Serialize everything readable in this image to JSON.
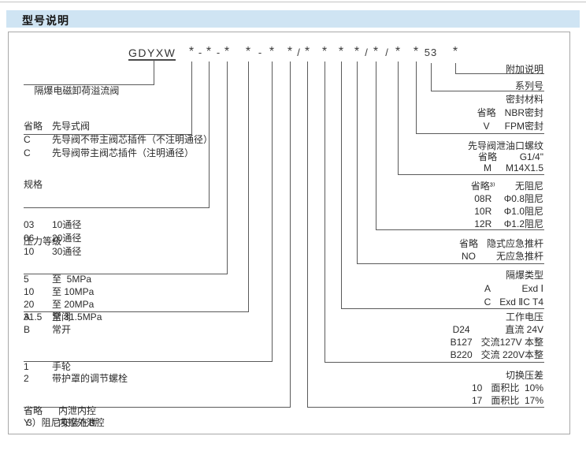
{
  "header": {
    "title": "型号说明",
    "accent_bar_color": "#cfe4f3"
  },
  "code": {
    "prefix": "GDYXW",
    "star": "*",
    "dash": "-",
    "slash": "/",
    "series": "53"
  },
  "left_sections": [
    {
      "label": "隔爆电磁卸荷溢流阀"
    },
    {
      "rows": [
        [
          "省略",
          "先导式阀"
        ],
        [
          "C",
          "先导阀不带主阀芯插件（不注明通径）"
        ],
        [
          "C",
          "先导阀带主阀芯插件（注明通径）"
        ]
      ]
    },
    {
      "title": "规格",
      "rows": [
        [
          "03",
          "10通径"
        ],
        [
          "06",
          "20通径"
        ],
        [
          "10",
          "30通径"
        ]
      ]
    },
    {
      "title": "压力等级",
      "rows": [
        [
          "5",
          "至  5MPa"
        ],
        [
          "10",
          "至 10MPa"
        ],
        [
          "20",
          "至 20MPa"
        ],
        [
          "31.5",
          "至 31.5MPa"
        ]
      ]
    },
    {
      "rows": [
        [
          "A",
          "常闭"
        ],
        [
          "B",
          "常开"
        ]
      ]
    },
    {
      "rows": [
        [
          "1",
          "手轮"
        ],
        [
          "2",
          "带护罩的调节螺栓"
        ]
      ]
    },
    {
      "rows": [
        [
          "省略",
          "内泄内控"
        ],
        [
          "Y",
          "内控外泄"
        ]
      ]
    }
  ],
  "right_sections": [
    {
      "label": "附加说明"
    },
    {
      "label": "系列号"
    },
    {
      "title": "密封材料",
      "rows": [
        [
          "省略",
          "NBR密封"
        ],
        [
          "V",
          "FPM密封"
        ]
      ]
    },
    {
      "title": "先导阀泄油口螺纹",
      "rows": [
        [
          "省略",
          "G1/4\""
        ],
        [
          "M",
          "M14X1.5"
        ]
      ]
    },
    {
      "rows": [
        [
          "省略³⁾",
          "无阻尼"
        ],
        [
          "08R",
          "Φ0.8阻尼"
        ],
        [
          "10R",
          "Φ1.0阻尼"
        ],
        [
          "12R",
          "Φ1.2阻尼"
        ]
      ]
    },
    {
      "rows": [
        [
          "省略",
          "隐式应急推杆"
        ],
        [
          "NO",
          "无应急推杆"
        ]
      ]
    },
    {
      "title": "隔爆类型",
      "rows": [
        [
          "A",
          "Exd Ⅰ"
        ],
        [
          "C",
          "Exd ⅡC T4"
        ]
      ]
    },
    {
      "title": "工作电压",
      "rows": [
        [
          "D24",
          "直流 24V"
        ],
        [
          "B127",
          "交流127V 本整"
        ],
        [
          "B220",
          "交流 220V本整"
        ]
      ]
    },
    {
      "title": "切换压差",
      "rows": [
        [
          "10",
          "面积比  10%"
        ],
        [
          "17",
          "面积比  17%"
        ]
      ]
    }
  ],
  "footnote": "3）阻尼安装在B腔"
}
